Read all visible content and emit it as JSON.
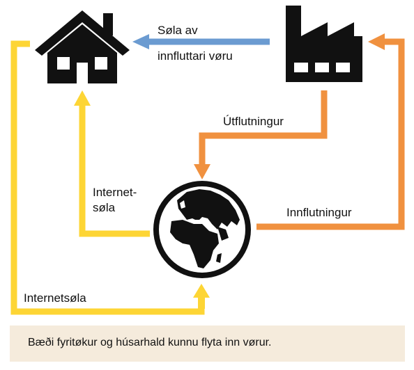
{
  "labels": {
    "sola_av_line1": "Søla av",
    "sola_av_line2": "innfluttari vøru",
    "utflutningur": "Útflutningur",
    "internet_sola_line1": "Internet-",
    "internet_sola_line2": "søla",
    "innflutningur": "Innflutningur",
    "internetsola": "Internetsøla"
  },
  "caption": "Bæði fyritøkur og húsarhald kunnu flyta inn vørur.",
  "icons": {
    "house": "house-icon",
    "factory": "factory-icon",
    "globe": "globe-icon"
  },
  "colors": {
    "yellow": "#fdd535",
    "orange": "#f0913f",
    "blue": "#6b9bd1",
    "icon": "#111111",
    "caption_bg": "#f5ebdc"
  }
}
